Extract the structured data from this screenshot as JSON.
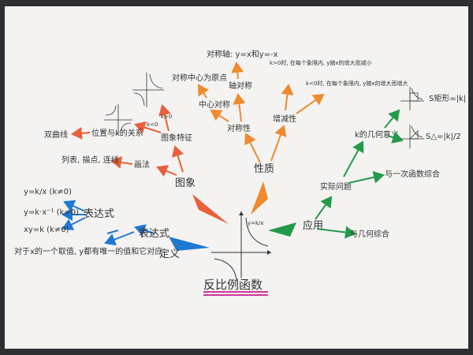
{
  "center": {
    "title": "反比例函数",
    "graph_label": "y=k/x"
  },
  "colors": {
    "red": "#e8603c",
    "orange": "#f08a2e",
    "blue": "#1f78d1",
    "green": "#239a4a",
    "magenta": "#d0359b",
    "ink": "#333333"
  },
  "branches": {
    "definition": {
      "label": "定义",
      "child": "表达式",
      "forms": [
        "y=k/x (k≠0)",
        "y=k·x⁻¹ (k≠0)",
        "xy=k (k≠0)"
      ],
      "note": "对于x的一个取值, y都有唯一的值和它对应"
    },
    "graph": {
      "label": "图象",
      "items": [
        "画法",
        "图象特征",
        "位置与k的关系",
        "k>0",
        "k<0"
      ],
      "draw_steps": "列表, 描点, 连线",
      "shape_note": "双曲线"
    },
    "properties": {
      "label": "性质",
      "symmetry": "对称性",
      "symmetry_items": [
        "中心对称",
        "轴对称"
      ],
      "center_note": "对称中心为原点",
      "axis_note": "对称轴: y=x和y=-x",
      "monotonic": "增减性",
      "mono_note_1": "k>0时, 在每个象限内, y随x的增大而减小",
      "mono_note_2": "k<0时, 在每个象限内, y随x的增大而增大"
    },
    "application": {
      "label": "应用",
      "k_meaning": "k的几何意义",
      "area_1": "S矩形=|k|",
      "area_2": "S△=|k|/2",
      "items": [
        "实际问题",
        "与一次函数综合",
        "与几何综合"
      ]
    }
  }
}
